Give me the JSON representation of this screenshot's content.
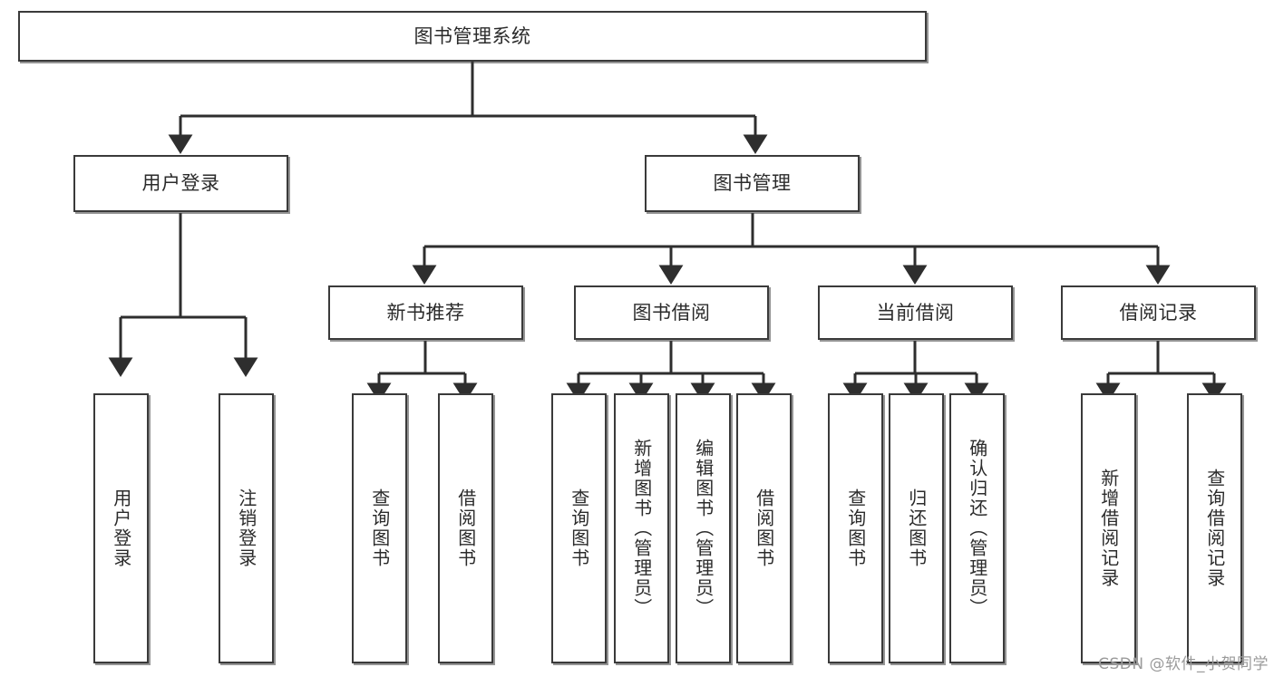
{
  "diagram": {
    "title": "图书管理系统",
    "type": "tree-hierarchy-chart",
    "watermark": "CSDN @软件_小贺同学",
    "colors": {
      "box_border": "#3a3a3a",
      "box_fill": "#ffffff",
      "connector": "#2e2e2e",
      "text": "#2b2b2b",
      "watermark": "#9b9b9b"
    },
    "root": {
      "label": "图书管理系统"
    },
    "level2": [
      {
        "label": "用户登录"
      },
      {
        "label": "图书管理"
      }
    ],
    "level3": [
      {
        "label": "新书推荐"
      },
      {
        "label": "图书借阅"
      },
      {
        "label": "当前借阅"
      },
      {
        "label": "借阅记录"
      }
    ],
    "leaves": {
      "user_login": [
        {
          "label": "用户登录"
        },
        {
          "label": "注销登录"
        }
      ],
      "new_book_recommend": [
        {
          "label": "查询图书"
        },
        {
          "label": "借阅图书"
        }
      ],
      "book_borrow": [
        {
          "label": "查询图书"
        },
        {
          "label": "新增图书（管理员）"
        },
        {
          "label": "编辑图书（管理员）"
        },
        {
          "label": "借阅图书"
        }
      ],
      "current_borrow": [
        {
          "label": "查询图书"
        },
        {
          "label": "归还图书"
        },
        {
          "label": "确认归还（管理员）"
        }
      ],
      "borrow_record": [
        {
          "label": "新增借阅记录"
        },
        {
          "label": "查询借阅记录"
        }
      ]
    }
  }
}
